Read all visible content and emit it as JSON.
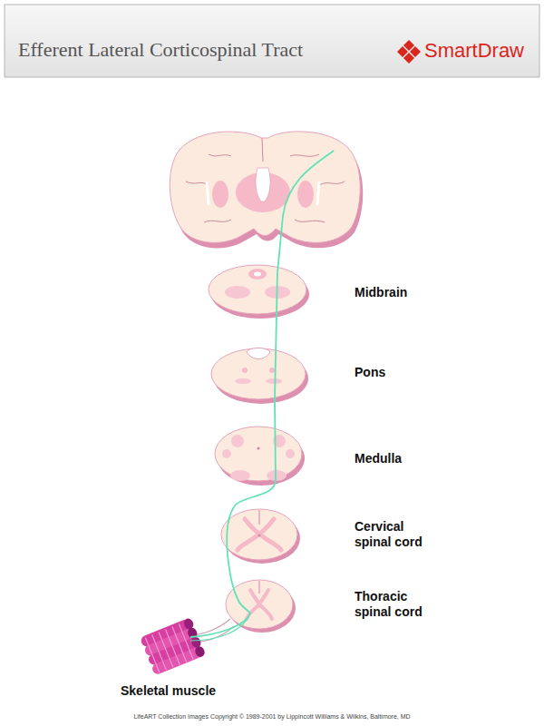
{
  "diagram": {
    "title": "Efferent Lateral Corticospinal Tract",
    "labels": [
      "SmartDraw",
      "Midbrain",
      "Pons",
      "Medulla",
      "Cervical spinal cord",
      "Thoracic spinal cord",
      "Skeletal muscle",
      "LifeART Collection Images Copyright © 1989-2001 by Lippincott Williams & Wilkins, Baltimore, MD"
    ]
  }
}
